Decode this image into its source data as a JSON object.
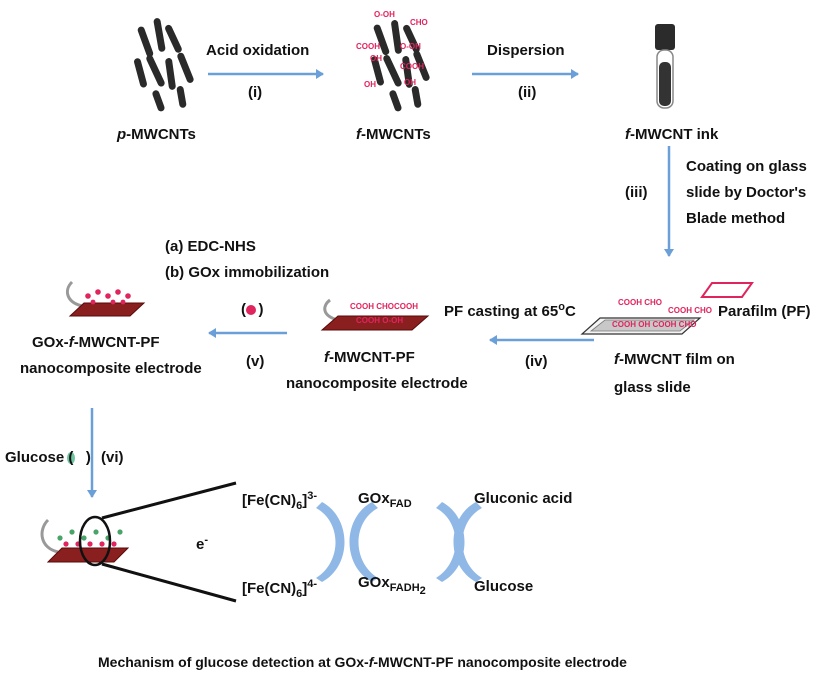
{
  "steps": {
    "s1": {
      "label": "Acid oxidation",
      "num": "(i)"
    },
    "s2": {
      "label": "Dispersion",
      "num": "(ii)"
    },
    "s3": {
      "line1": "Coating on glass",
      "line2": "slide by Doctor's",
      "line3": "Blade method",
      "num": "(iii)"
    },
    "s4": {
      "label": "PF casting at 65",
      "deg": "o",
      "unit": "C",
      "num": "(iv)"
    },
    "s5": {
      "a": "(a) EDC-NHS",
      "b": "(b) GOx immobilization",
      "num": "(v)"
    },
    "s6": {
      "label": "Glucose (",
      "label_end": ")",
      "num": "(vi)"
    }
  },
  "materials": {
    "p": {
      "prefix": "p",
      "suffix": "-MWCNTs"
    },
    "f": {
      "prefix": "f",
      "suffix": "-MWCNTs"
    },
    "ink": {
      "prefix": "f",
      "suffix": "-MWCNT ink"
    },
    "film": {
      "prefix": "f",
      "suffix": "-MWCNT film on",
      "line2": "glass slide"
    },
    "parafilm": "Parafilm (PF)",
    "fpf": {
      "prefix": "f",
      "suffix": "-MWCNT-PF",
      "line2": "nanocomposite electrode"
    },
    "gox": {
      "pre": "GOx-",
      "prefix": "f",
      "suffix": "-MWCNT-PF",
      "line2": "nanocomposite electrode"
    }
  },
  "groups": {
    "cooh": "COOH",
    "cho": "CHO",
    "oh": "OH",
    "ooh": "O-OH",
    "cooh_cho": "COOH CHOCOOH",
    "cooh_o_oh": "COOH O-OH",
    "film_row1": "COOH  CHO",
    "film_row2": "COOH CHO",
    "film_row3": "COOH  OH  COOH  CHO"
  },
  "mechanism": {
    "fe3": {
      "base": "[Fe(CN)",
      "sub": "6",
      "close": "]",
      "sup": "3-"
    },
    "fe4": {
      "base": "[Fe(CN)",
      "sub": "6",
      "close": "]",
      "sup": "4-"
    },
    "electron": "e",
    "electron_sup": "-",
    "goxfad": {
      "base": "GOx",
      "sub": "FAD"
    },
    "goxfadh": {
      "base": "GOx",
      "sub": "FADH",
      "sub2": "2"
    },
    "gluconic": "Gluconic acid",
    "glucose": "Glucose"
  },
  "caption": {
    "pre": "Mechanism of glucose detection at GOx-",
    "prefix": "f",
    "suffix": "-MWCNT-PF nanocomposite electrode"
  },
  "colors": {
    "arrow": "#6a9fd8",
    "red": "#e0245e",
    "tube": "#2b2b2b"
  }
}
